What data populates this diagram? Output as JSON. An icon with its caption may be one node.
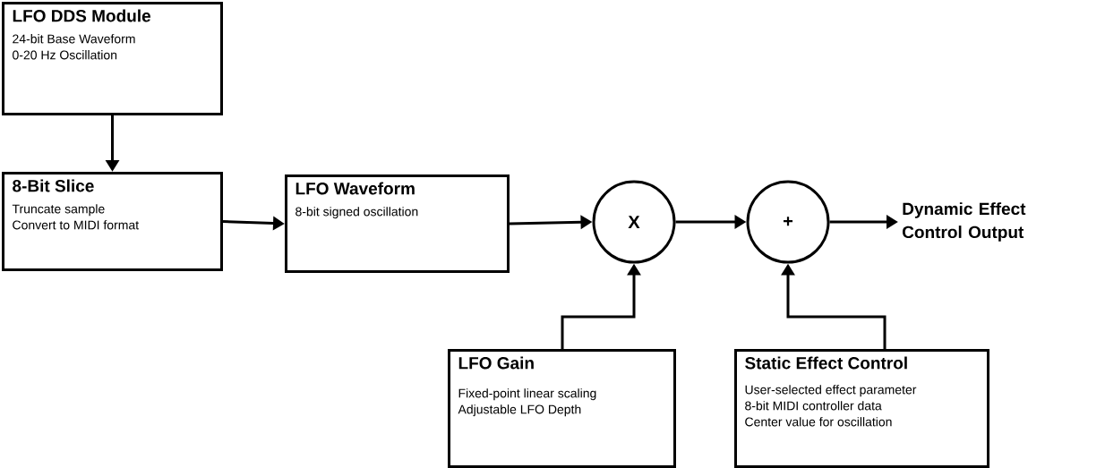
{
  "diagram": {
    "nodes": [
      {
        "text": [
          "LFO DDS Module",
          "24-bit Base Waveform",
          "0-20 Hz Oscillation"
        ]
      },
      {
        "text": [
          "8-Bit Slice",
          "Truncate sample",
          "Convert to MIDI format"
        ]
      },
      {
        "text": [
          "LFO Waveform",
          "8-bit signed oscillation"
        ]
      },
      {
        "text": [
          "X"
        ]
      },
      {
        "text": [
          "+"
        ]
      },
      {
        "text": [
          "Dynamic Effect Control Output"
        ]
      },
      {
        "text": [
          "LFO Gain",
          "Fixed-point linear scaling",
          "Adjustable LFO Depth"
        ]
      },
      {
        "text": [
          "Static Effect Control",
          "User-selected effect parameter",
          "8-bit MIDI controller data",
          "Center value for oscillation"
        ]
      }
    ],
    "edges": [
      {
        "from": 0,
        "to": 1,
        "arrow": "to"
      },
      {
        "from": 1,
        "to": 2,
        "arrow": "to"
      },
      {
        "from": 2,
        "to": 3,
        "arrow": "to"
      },
      {
        "from": 3,
        "to": 4,
        "arrow": "to"
      },
      {
        "from": 4,
        "to": 5,
        "arrow": "to"
      },
      {
        "from": 6,
        "to": 3,
        "arrow": "to"
      },
      {
        "from": 7,
        "to": 4,
        "arrow": "to"
      }
    ]
  }
}
